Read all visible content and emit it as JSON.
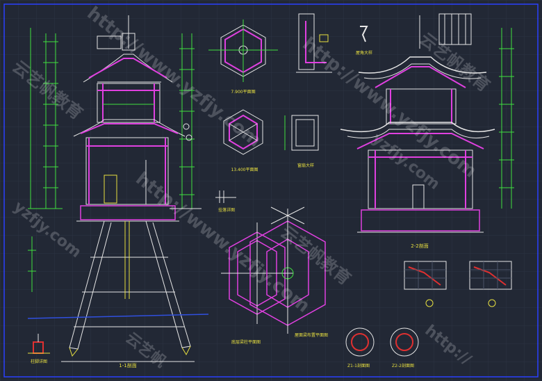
{
  "drawing": {
    "labels": {
      "section_1_1": "1-1剖面",
      "section_2_2": "2-2剖面",
      "plan_top": "7.900平面图",
      "plan_mid": "13.400平面图",
      "detail_small": "挂落详图",
      "detail_window": "窗扇大样",
      "detail_bracket": "屋角大样",
      "plan_ground": "底层梁柱平面图",
      "plan_roof": "屋面梁布置平面图",
      "detail_a": "Z1-1剖面图",
      "detail_b": "Z2-2剖面图",
      "detail_left": "柱脚详图"
    },
    "watermarks": [
      "云艺帆教育",
      "http://www.yzfjy.com",
      "yzfjy.com",
      "云艺帆",
      "http://"
    ]
  },
  "colors": {
    "background": "#222835",
    "grid": "#2c3342",
    "line_white": "#e6e6e6",
    "line_magenta": "#e040e0",
    "line_green": "#40e040",
    "line_yellow": "#e8e040",
    "line_red": "#e03030",
    "line_blue": "#3050e0",
    "border": "#2a40ff"
  }
}
